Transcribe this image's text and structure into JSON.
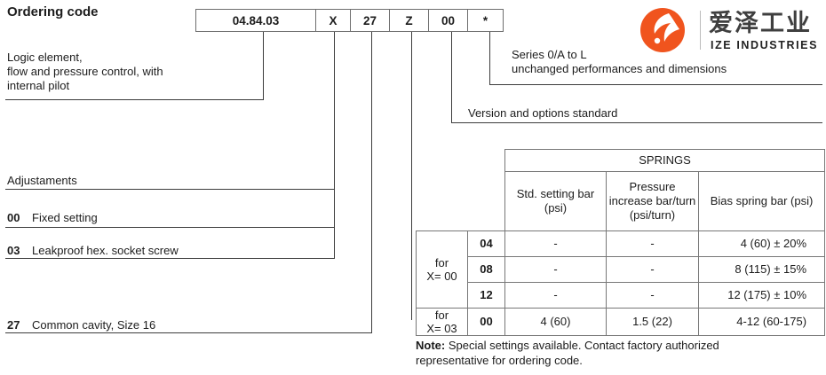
{
  "title": "Ordering code",
  "code_boxes": [
    "04.84.03",
    "X",
    "27",
    "Z",
    "00",
    "*"
  ],
  "logo": {
    "cn": "爱泽工业",
    "en": "IZE INDUSTRIES",
    "orange": "#F0541E"
  },
  "callouts": {
    "logic": [
      "Logic element,",
      "flow and pressure control, with",
      "internal pilot"
    ],
    "series": [
      "Series 0/A to L",
      "unchanged performances and dimensions"
    ],
    "version": "Version and options standard",
    "adjustments_title": "Adjustaments",
    "adj_00_code": "00",
    "adj_00_label": "Fixed setting",
    "adj_03_code": "03",
    "adj_03_label": "Leakproof hex. socket screw",
    "cavity_code": "27",
    "cavity_label": "Common cavity, Size 16"
  },
  "springs_table": {
    "title": "SPRINGS",
    "col_headers": [
      "Std. setting bar (psi)",
      "Pressure increase bar/turn (psi/turn)",
      "Bias spring bar (psi)"
    ],
    "groups": [
      {
        "label_line1": "for",
        "label_line2": "X= 00",
        "rows": [
          {
            "code": "04",
            "std": "-",
            "inc": "-",
            "bias": "4 (60) ± 20%"
          },
          {
            "code": "08",
            "std": "-",
            "inc": "-",
            "bias": "8 (115) ± 15%"
          },
          {
            "code": "12",
            "std": "-",
            "inc": "-",
            "bias": "12 (175) ± 10%"
          }
        ]
      },
      {
        "label_line1": "for",
        "label_line2": "X= 03",
        "rows": [
          {
            "code": "00",
            "std": "4 (60)",
            "inc": "1.5 (22)",
            "bias": "4-12 (60-175)"
          }
        ]
      }
    ]
  },
  "note": {
    "label": "Note:",
    "lines": [
      "Special settings available. Contact factory authorized",
      "representative for ordering code."
    ]
  }
}
